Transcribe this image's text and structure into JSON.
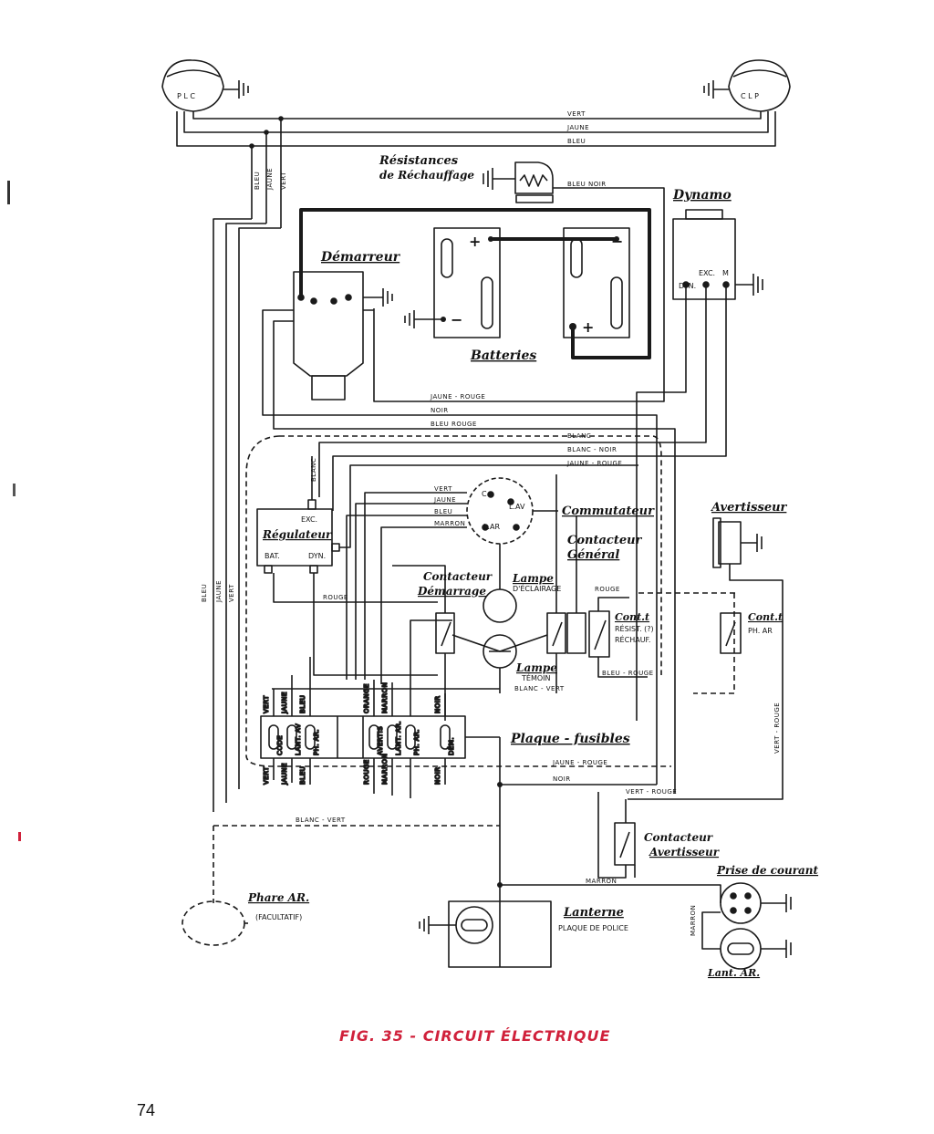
{
  "figure": {
    "caption": "FIG. 35 - CIRCUIT ÉLECTRIQUE",
    "page_number": "74",
    "accent_color": "#d0213b"
  },
  "components": {
    "plc": "P L C",
    "clp": "C L P",
    "resistances_line1": "Résistances",
    "resistances_line2": "de Réchauffage",
    "dynamo": "Dynamo",
    "dyn_terminal": "DYN.",
    "exc_terminal": "EXC.",
    "m_terminal": "M",
    "demarreur": "Démarreur",
    "batteries": "Batteries",
    "regulateur": "Régulateur",
    "reg_exc": "EXC.",
    "reg_bat": "BAT.",
    "reg_dyn": "DYN.",
    "commutateur": "Commutateur",
    "com_c": "C",
    "com_lav": "L.AV",
    "com_lar": "L.AR",
    "contacteur_general_line1": "Contacteur",
    "contacteur_general_line2": "Général",
    "avertisseur": "Avertisseur",
    "contacteur_demarrage_line1": "Contacteur",
    "contacteur_demarrage_line2": "Démarrage",
    "lampe_eclairage": "Lampe",
    "lampe_eclairage_sub": "D'ÉCLAIRAGE",
    "lampe_temoin": "Lampe",
    "lampe_temoin_sub": "TÉMOIN",
    "cont_resist_line1": "Cont.t",
    "cont_resist_line2": "RÉSIST. (?)",
    "cont_resist_line3": "RÉCHAUF.",
    "cont_phar_line1": "Cont.t",
    "cont_phar_line2": "PH. AR",
    "plaque_fusibles": "Plaque - fusibles",
    "contacteur_avertisseur_line1": "Contacteur",
    "contacteur_avertisseur_line2": "Avertisseur",
    "prise_de_courant": "Prise de courant",
    "phare_ar": "Phare AR.",
    "phare_ar_sub": "(FACULTATIF)",
    "lanterne": "Lanterne",
    "lanterne_sub": "PLAQUE DE POLICE",
    "lant_ar": "Lant. AR."
  },
  "fuses": {
    "labels": [
      "CODE",
      "LANT. AV",
      "PH. AR.",
      "AVERTIS",
      "LANT. AR.",
      "PH. AR.",
      "DÉM."
    ],
    "top_wires": [
      "VERT",
      "JAUNE",
      "BLEU",
      "ORANGE",
      "MARRON",
      "",
      "NOIR"
    ],
    "bottom_wires": [
      "VERT",
      "JAUNE",
      "BLEU",
      "ROUGE",
      "MARRON",
      "",
      "NOIR"
    ]
  },
  "wires": {
    "vert": "VERT",
    "jaune": "JAUNE",
    "bleu": "BLEU",
    "bleu_noir": "BLEU NOIR",
    "jaune_rouge": "JAUNE - ROUGE",
    "noir": "NOIR",
    "bleu_rouge": "BLEU ROUGE",
    "blanc": "BLANC",
    "blanc_noir": "BLANC - NOIR",
    "rouge": "ROUGE",
    "blanc_vert": "BLANC - VERT",
    "vert_rouge": "VERT - ROUGE",
    "marron": "MARRON",
    "bleu_rouge2": "BLEU - ROUGE"
  }
}
